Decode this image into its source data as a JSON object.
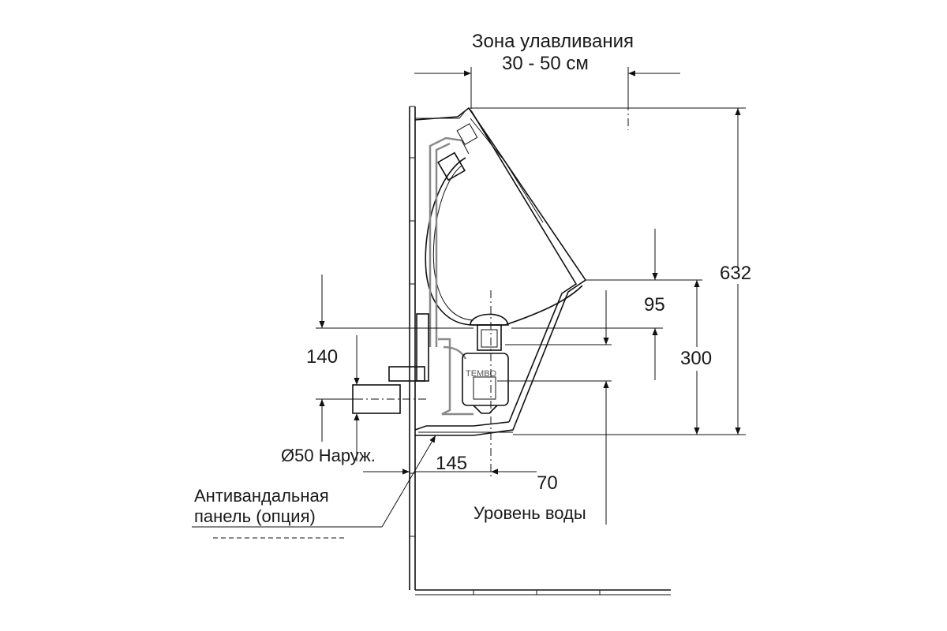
{
  "labels": {
    "capture_zone_title": "Зона улавливания",
    "capture_zone_range": "30 - 50 см",
    "dim_632": "632",
    "dim_95": "95",
    "dim_300": "300",
    "dim_140": "140",
    "dim_145": "145",
    "dim_70": "70",
    "pipe_diameter": "Ø50 Наруж.",
    "antivandal_line1": "Антивандальная",
    "antivandal_line2": "панель (опция)",
    "water_level": "Уровень воды",
    "brand": "TEMBO"
  },
  "colors": {
    "line": "#111111",
    "pipe": "#8a8a8a",
    "background": "#ffffff"
  }
}
